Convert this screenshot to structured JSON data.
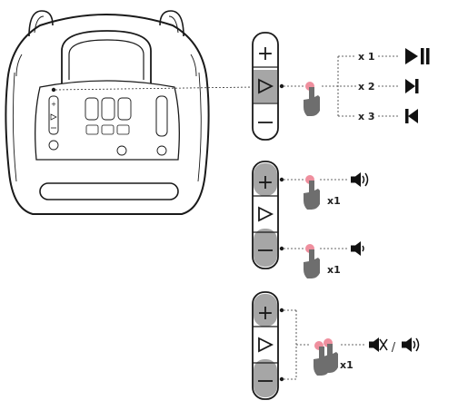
{
  "device": {
    "name": "party-speaker-rear-panel",
    "panel_labels": [
      "",
      "",
      ""
    ],
    "status_labels": [
      "",
      "",
      ""
    ]
  },
  "panel1": {
    "title": "playback-control",
    "actions": [
      {
        "label": "x 1",
        "icon": "play-pause-icon"
      },
      {
        "label": "x 2",
        "icon": "next-track-icon"
      },
      {
        "label": "x 3",
        "icon": "previous-track-icon"
      }
    ]
  },
  "panel2": {
    "title": "volume-control",
    "actions": [
      {
        "label": "x1",
        "icon": "volume-up-icon"
      },
      {
        "label": "x1",
        "icon": "volume-down-icon"
      }
    ]
  },
  "panel3": {
    "title": "mute-control",
    "action": {
      "label": "x1",
      "icon": "mute-unmute-icon",
      "separator": "/"
    }
  },
  "colors": {
    "stroke": "#1a1a1a",
    "highlight_button": "#a6a6a6",
    "touch_dot": "#ef8f9e",
    "finger": "#6e6e6e"
  }
}
